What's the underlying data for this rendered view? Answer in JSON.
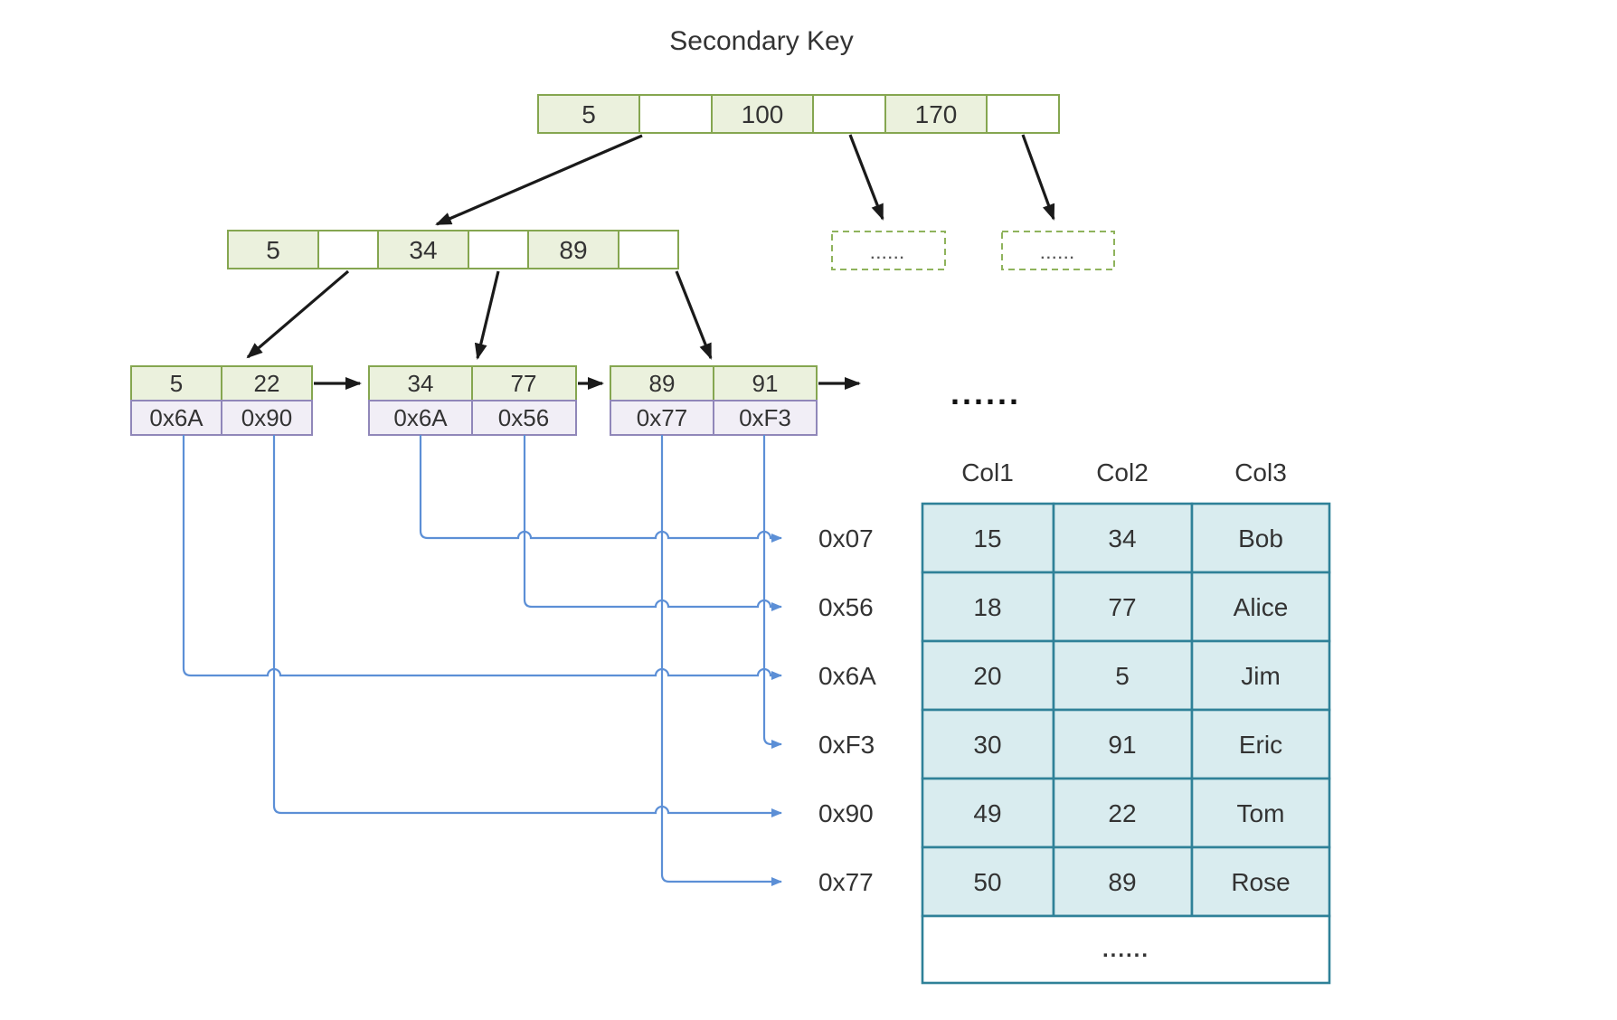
{
  "title": "Secondary Key",
  "tree": {
    "root": {
      "keys": [
        "5",
        "100",
        "170"
      ]
    },
    "internal": {
      "keys": [
        "5",
        "34",
        "89"
      ]
    },
    "dashed_left": "......",
    "dashed_right": "......",
    "leaf_ellipsis": "......",
    "leaves": [
      {
        "keys": [
          "5",
          "22"
        ],
        "pointers": [
          "0x6A",
          "0x90"
        ]
      },
      {
        "keys": [
          "34",
          "77"
        ],
        "pointers": [
          "0x6A",
          "0x56"
        ]
      },
      {
        "keys": [
          "89",
          "91"
        ],
        "pointers": [
          "0x77",
          "0xF3"
        ]
      }
    ]
  },
  "addresses": [
    "0x07",
    "0x56",
    "0x6A",
    "0xF3",
    "0x90",
    "0x77"
  ],
  "connections": [
    {
      "from": "leaf2-pointer1",
      "to": "0x07"
    },
    {
      "from": "leaf2-pointer2",
      "to": "0x56"
    },
    {
      "from": "leaf1-pointer1",
      "to": "0x6A"
    },
    {
      "from": "leaf3-pointer2",
      "to": "0xF3"
    },
    {
      "from": "leaf1-pointer2",
      "to": "0x90"
    },
    {
      "from": "leaf3-pointer1",
      "to": "0x77"
    }
  ],
  "table": {
    "columns": [
      "Col1",
      "Col2",
      "Col3"
    ],
    "rows": [
      [
        "15",
        "34",
        "Bob"
      ],
      [
        "18",
        "77",
        "Alice"
      ],
      [
        "20",
        "5",
        "Jim"
      ],
      [
        "30",
        "91",
        "Eric"
      ],
      [
        "49",
        "22",
        "Tom"
      ],
      [
        "50",
        "89",
        "Rose"
      ]
    ],
    "ellipsis_row": "......"
  },
  "colors": {
    "node_green_border": "#85a650",
    "node_green_fill": "#ebf1dd",
    "pointer_purple_border": "#9087b9",
    "pointer_purple_fill": "#f1eef6",
    "arrow_black": "#1a1a1a",
    "connector_blue": "#5c8fd6",
    "table_border": "#2f8198",
    "table_fill": "#d9ecef",
    "text": "#333333"
  }
}
